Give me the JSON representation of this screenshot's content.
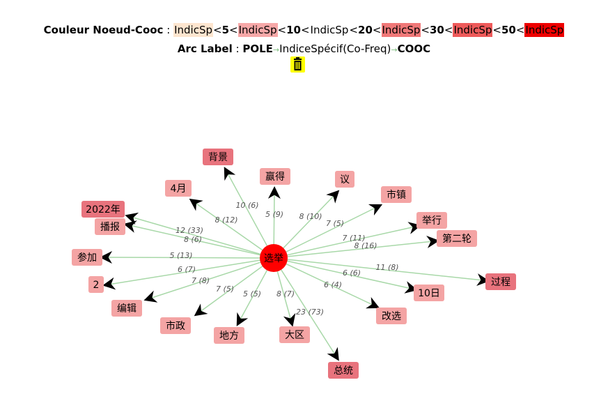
{
  "legend": {
    "title": "Couleur Noeud-Cooc",
    "sep": ":",
    "items": [
      {
        "label": "IndicSp",
        "color": "#fde5cf"
      },
      {
        "op": "<"
      },
      {
        "num": "5"
      },
      {
        "op": "<"
      },
      {
        "label": "IndicSp",
        "color": "#f7a8a8"
      },
      {
        "op": "<"
      },
      {
        "num": "10"
      },
      {
        "op": "<"
      },
      {
        "label": "IndicSp",
        "color": "#ffffff"
      },
      {
        "op": "<"
      },
      {
        "num": "20"
      },
      {
        "op": "<"
      },
      {
        "label": "IndicSp",
        "color": "#f07878"
      },
      {
        "op": "<"
      },
      {
        "num": "30"
      },
      {
        "op": "<"
      },
      {
        "label": "IndicSp",
        "color": "#ee5a5a"
      },
      {
        "op": "<"
      },
      {
        "num": "50"
      },
      {
        "op": "<"
      },
      {
        "label": "IndicSp",
        "color": "#ee0000"
      }
    ]
  },
  "arc_label": {
    "title": "Arc Label",
    "sep": ":",
    "pole": "POLE",
    "arrow": "→",
    "middle": "IndiceSpécif(Co-Freq)",
    "cooc": "COOC"
  },
  "trash_icon": "trash-icon",
  "graph": {
    "center": {
      "label": "选举",
      "color": "#ff0000"
    },
    "edge_color": "#a8d8a8",
    "nodes": [
      {
        "id": "beijing",
        "label": "背景",
        "edge_label": "10 (6)",
        "color": "#e8737d"
      },
      {
        "id": "yingde",
        "label": "赢得",
        "edge_label": "5 (9)",
        "color": "#f4a4a4"
      },
      {
        "id": "yi",
        "label": "议",
        "edge_label": "8 (10)",
        "color": "#f4a4a4"
      },
      {
        "id": "shizhen",
        "label": "市镇",
        "edge_label": "7 (5)",
        "color": "#f4a4a4"
      },
      {
        "id": "juxing",
        "label": "举行",
        "edge_label": "7 (11)",
        "color": "#f4a4a4"
      },
      {
        "id": "dierlun",
        "label": "第二轮",
        "edge_label": "8 (16)",
        "color": "#f4a4a4"
      },
      {
        "id": "guocheng",
        "label": "过程",
        "edge_label": "11 (8)",
        "color": "#e8737d"
      },
      {
        "id": "shiri",
        "label": "10日",
        "edge_label": "6 (6)",
        "color": "#f4a4a4"
      },
      {
        "id": "gaixuan",
        "label": "改选",
        "edge_label": "6 (4)",
        "color": "#f4a4a4"
      },
      {
        "id": "zongtong",
        "label": "总统",
        "edge_label": "23 (73)",
        "color": "#e8737d"
      },
      {
        "id": "daqu",
        "label": "大区",
        "edge_label": "8 (7)",
        "color": "#f4a4a4"
      },
      {
        "id": "difang",
        "label": "地方",
        "edge_label": "5 (5)",
        "color": "#f4a4a4"
      },
      {
        "id": "shizheng",
        "label": "市政",
        "edge_label": "7 (5)",
        "color": "#f4a4a4"
      },
      {
        "id": "bianji",
        "label": "编辑",
        "edge_label": "7 (8)",
        "color": "#f4a4a4"
      },
      {
        "id": "two",
        "label": "2",
        "edge_label": "6 (7)",
        "color": "#f4a4a4"
      },
      {
        "id": "canjia",
        "label": "参加",
        "edge_label": "5 (13)",
        "color": "#f4a4a4"
      },
      {
        "id": "bobao",
        "label": "播报",
        "edge_label": "8 (6)",
        "color": "#f4a4a4"
      },
      {
        "id": "y2022",
        "label": "2022年",
        "edge_label": "12 (33)",
        "color": "#e8737d"
      },
      {
        "id": "siyue",
        "label": "4月",
        "edge_label": "8 (12)",
        "color": "#f4a4a4"
      }
    ]
  }
}
